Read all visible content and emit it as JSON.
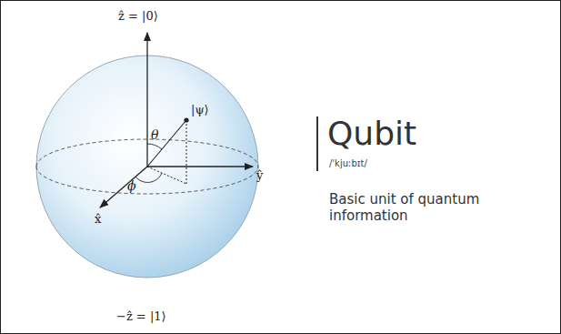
{
  "diagram": {
    "title": "Qubit",
    "labels": [
      "ẑ = |0⟩",
      "|ψ⟩",
      "θ",
      "ŷ",
      "ϕ",
      "x̂",
      "−ẑ = |1⟩",
      "/ˈkjuːbɪt/",
      "Basic unit of quantum information"
    ]
  }
}
